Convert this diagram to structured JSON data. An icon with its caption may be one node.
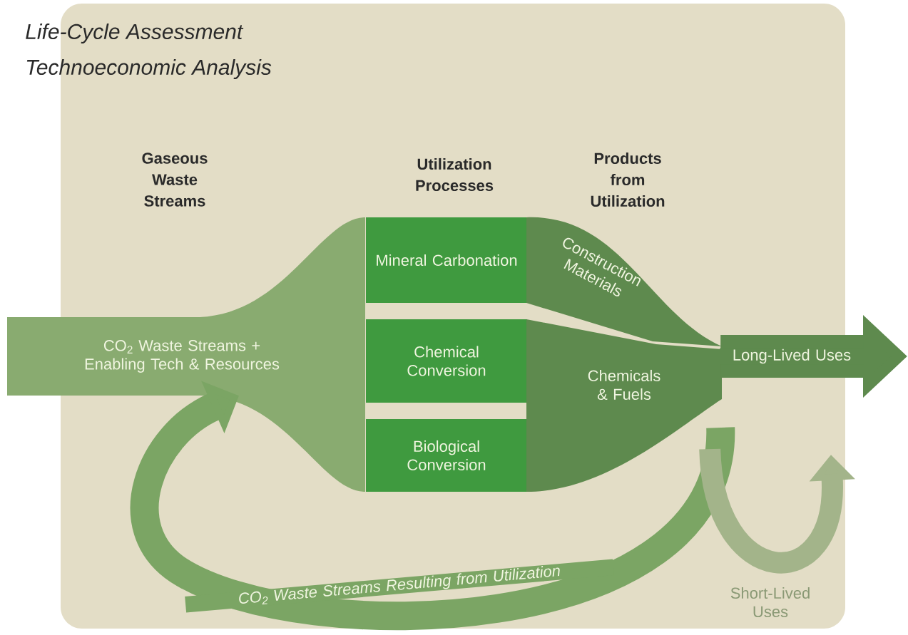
{
  "diagram": {
    "nodes": [
      {
        "text": [
          "CO$_{2}$ Waste Streams + Enabling Tech & Resources"
        ]
      },
      {
        "text": [
          "Mineral Carbonation"
        ]
      },
      {
        "text": [
          "Chemical Conversion"
        ]
      },
      {
        "text": [
          "Biological Conversion"
        ]
      },
      {
        "text": [
          "Construction Materials"
        ]
      },
      {
        "text": [
          "Chemicals & Fuels"
        ]
      }
    ],
    "edges": [
      {
        "from": 5,
        "to": 0,
        "arrow": "to",
        "label": "CO$_{2}$ Waste Streams Resulting from Utilization",
        "color": "#7ba564"
      },
      {
        "from": 5,
        "to": null,
        "arrow": "to",
        "label": "Long-Lived Uses",
        "color": "#5e8a4e"
      },
      {
        "from": 5,
        "to": null,
        "arrow": "to",
        "label": "Short-Lived Uses",
        "color": "#a3b48a"
      }
    ],
    "labels": [
      "Life-Cycle Assessment",
      "Technoeconomic Analysis",
      "Gaseous Waste Streams",
      "Utilization Processes",
      "Products from Utilization"
    ]
  }
}
